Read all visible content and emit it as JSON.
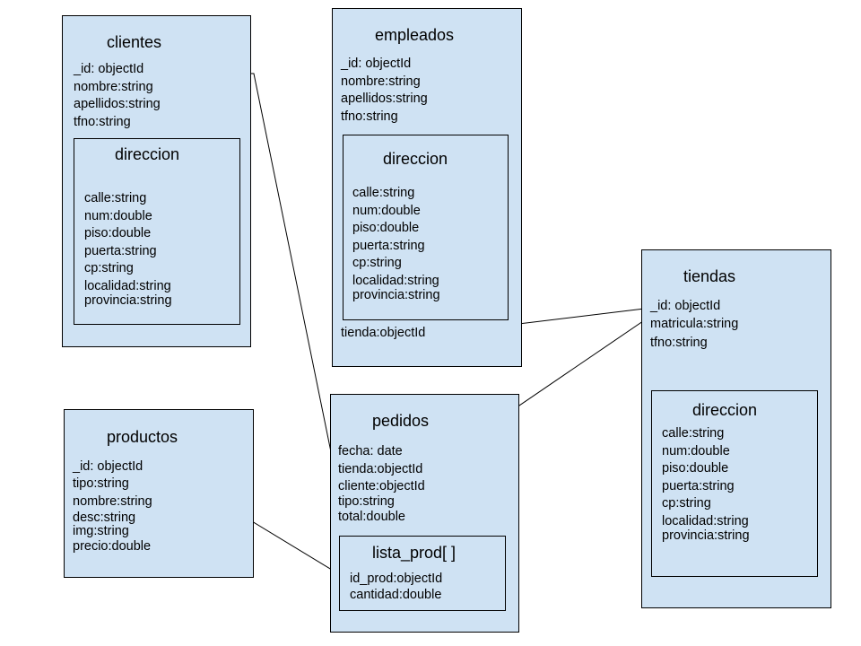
{
  "colors": {
    "box_fill": "#cfe2f3",
    "border": "#000000",
    "arrow": "#000000"
  },
  "entities": {
    "clientes": {
      "title": "clientes",
      "fields": [
        "_id: objectId",
        "nombre:string",
        "apellidos:string",
        "tfno:string"
      ],
      "direccion": {
        "title": "direccion",
        "fields": [
          "calle:string",
          "num:double",
          "piso:double",
          "puerta:string",
          "cp:string",
          "localidad:string",
          "provincia:string"
        ]
      }
    },
    "empleados": {
      "title": "empleados",
      "fields": [
        "_id: objectId",
        "nombre:string",
        "apellidos:string",
        "tfno:string"
      ],
      "direccion": {
        "title": "direccion",
        "fields": [
          "calle:string",
          "num:double",
          "piso:double",
          "puerta:string",
          "cp:string",
          "localidad:string",
          "provincia:string"
        ]
      },
      "extra_fields": [
        "tienda:objectId"
      ]
    },
    "tiendas": {
      "title": "tiendas",
      "fields": [
        "_id: objectId",
        "matricula:string",
        "tfno:string"
      ],
      "direccion": {
        "title": "direccion",
        "fields": [
          "calle:string",
          "num:double",
          "piso:double",
          "puerta:string",
          "cp:string",
          "localidad:string",
          "provincia:string"
        ]
      }
    },
    "productos": {
      "title": "productos",
      "fields": [
        "_id: objectId",
        "tipo:string",
        "nombre:string",
        "desc:string",
        "img:string",
        "precio:double"
      ]
    },
    "pedidos": {
      "title": "pedidos",
      "fields": [
        "fecha: date",
        "tienda:objectId",
        "cliente:objectId",
        "tipo:string",
        "total:double"
      ],
      "lista_prod": {
        "title": "lista_prod[ ]",
        "fields": [
          "id_prod:objectId",
          "cantidad:double"
        ]
      }
    }
  },
  "relations": [
    {
      "from": "clientes._id",
      "to": "pedidos.cliente"
    },
    {
      "from": "tiendas._id",
      "to": "empleados.tienda"
    },
    {
      "from": "tiendas._id",
      "to": "pedidos.tienda"
    },
    {
      "from": "productos._id",
      "to": "pedidos.lista_prod.id_prod"
    }
  ]
}
